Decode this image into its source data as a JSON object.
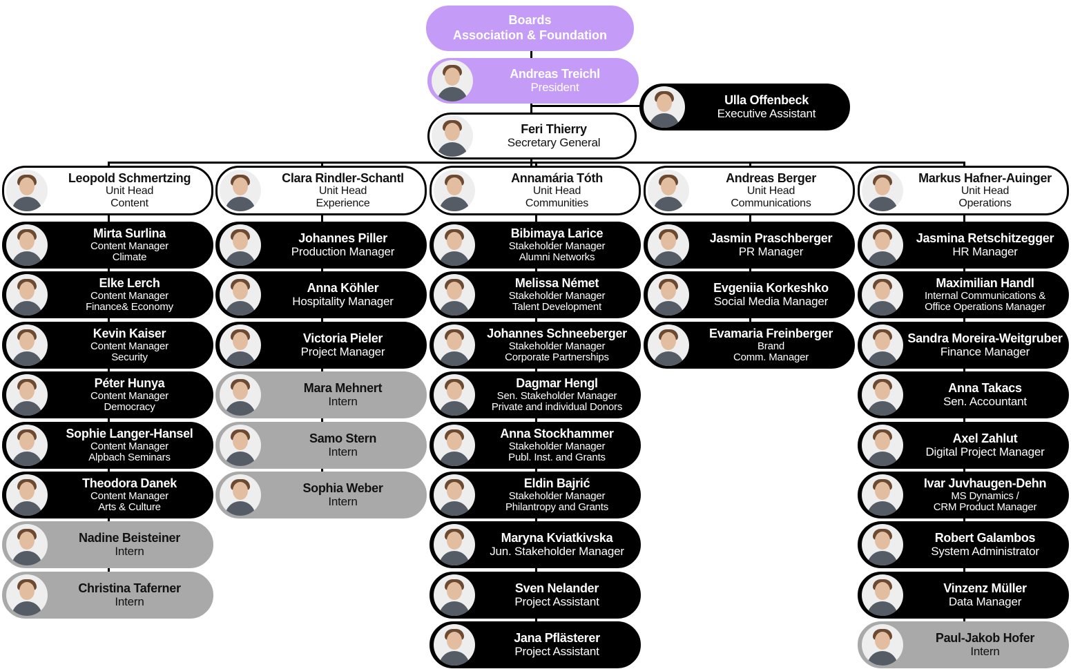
{
  "colors": {
    "boards": "#c49bf7",
    "president": "#c49bf7",
    "staff": "#000000",
    "intern": "#a9a9a9",
    "unit_head": "#ffffff"
  },
  "boards": {
    "line1": "Boards",
    "line2": "Association & Foundation"
  },
  "president": {
    "name": "Andreas Treichl",
    "role": "President"
  },
  "assistant": {
    "name": "Ulla Offenbeck",
    "role": "Executive Assistant"
  },
  "secretary": {
    "name": "Feri Thierry",
    "role": "Secretary General"
  },
  "units": [
    {
      "head": {
        "name": "Leopold Schmertzing",
        "role": "Unit Head",
        "unit": "Content"
      },
      "members": [
        {
          "name": "Mirta Surlina",
          "role": "Content Manager",
          "role2": "Climate",
          "intern": false
        },
        {
          "name": "Elke Lerch",
          "role": "Content Manager",
          "role2": "Finance& Economy",
          "intern": false
        },
        {
          "name": "Kevin Kaiser",
          "role": "Content Manager",
          "role2": "Security",
          "intern": false
        },
        {
          "name": "Péter Hunya",
          "role": "Content Manager",
          "role2": "Democracy",
          "intern": false
        },
        {
          "name": "Sophie Langer-Hansel",
          "role": "Content Manager",
          "role2": "Alpbach Seminars",
          "intern": false
        },
        {
          "name": "Theodora Danek",
          "role": "Content Manager",
          "role2": "Arts & Culture",
          "intern": false
        },
        {
          "name": "Nadine Beisteiner",
          "role": "Intern",
          "role2": "",
          "intern": true
        },
        {
          "name": "Christina Taferner",
          "role": "Intern",
          "role2": "",
          "intern": true
        }
      ]
    },
    {
      "head": {
        "name": "Clara Rindler-Schantl",
        "role": "Unit Head",
        "unit": "Experience"
      },
      "members": [
        {
          "name": "Johannes Piller",
          "role": "Production Manager",
          "role2": "",
          "intern": false
        },
        {
          "name": "Anna Köhler",
          "role": "Hospitality Manager",
          "role2": "",
          "intern": false
        },
        {
          "name": "Victoria Pieler",
          "role": "Project Manager",
          "role2": "",
          "intern": false
        },
        {
          "name": "Mara Mehnert",
          "role": "Intern",
          "role2": "",
          "intern": true
        },
        {
          "name": "Samo Stern",
          "role": "Intern",
          "role2": "",
          "intern": true
        },
        {
          "name": "Sophia Weber",
          "role": "Intern",
          "role2": "",
          "intern": true
        }
      ]
    },
    {
      "head": {
        "name": "Annamária Tóth",
        "role": "Unit Head",
        "unit": "Communities"
      },
      "members": [
        {
          "name": "Bibimaya Larice",
          "role": "Stakeholder Manager",
          "role2": "Alumni Networks",
          "intern": false
        },
        {
          "name": "Melissa Német",
          "role": "Stakeholder Manager",
          "role2": "Talent Development",
          "intern": false
        },
        {
          "name": "Johannes Schneeberger",
          "role": "Stakeholder Manager",
          "role2": "Corporate Partnerships",
          "intern": false
        },
        {
          "name": "Dagmar Hengl",
          "role": "Sen. Stakeholder Manager",
          "role2": "Private and individual Donors",
          "intern": false
        },
        {
          "name": "Anna Stockhammer",
          "role": "Stakeholder Manager",
          "role2": "Publ. Inst. and Grants",
          "intern": false
        },
        {
          "name": "Eldin Bajrić",
          "role": "Stakeholder Manager",
          "role2": "Philantropy and Grants",
          "intern": false
        },
        {
          "name": "Maryna Kviatkivska",
          "role": "Jun. Stakeholder Manager",
          "role2": "",
          "intern": false
        },
        {
          "name": "Sven Nelander",
          "role": "Project Assistant",
          "role2": "",
          "intern": false
        },
        {
          "name": "Jana Pflästerer",
          "role": "Project Assistant",
          "role2": "",
          "intern": false
        }
      ]
    },
    {
      "head": {
        "name": "Andreas Berger",
        "role": "Unit Head",
        "unit": "Communications"
      },
      "members": [
        {
          "name": "Jasmin Praschberger",
          "role": "PR Manager",
          "role2": "",
          "intern": false
        },
        {
          "name": "Evgeniia Korkeshko",
          "role": "Social Media Manager",
          "role2": "",
          "intern": false
        },
        {
          "name": "Evamaria Freinberger",
          "role": "Brand",
          "role2": "Comm. Manager",
          "intern": false
        }
      ]
    },
    {
      "head": {
        "name": "Markus Hafner-Auinger",
        "role": "Unit Head",
        "unit": "Operations"
      },
      "members": [
        {
          "name": "Jasmina Retschitzegger",
          "role": "HR Manager",
          "role2": "",
          "intern": false
        },
        {
          "name": "Maximilian Handl",
          "role": "Internal Communications &",
          "role2": "Office Operations Manager",
          "intern": false
        },
        {
          "name": "Sandra Moreira-Weitgruber",
          "role": "Finance Manager",
          "role2": "",
          "intern": false
        },
        {
          "name": "Anna Takacs",
          "role": "Sen. Accountant",
          "role2": "",
          "intern": false
        },
        {
          "name": "Axel Zahlut",
          "role": "Digital Project Manager",
          "role2": "",
          "intern": false
        },
        {
          "name": "Ivar Juvhaugen-Dehn",
          "role": "MS Dynamics /",
          "role2": "CRM Product Manager",
          "intern": false
        },
        {
          "name": "Robert Galambos",
          "role": "System Administrator",
          "role2": "",
          "intern": false
        },
        {
          "name": "Vinzenz Müller",
          "role": "Data Manager",
          "role2": "",
          "intern": false
        },
        {
          "name": "Paul-Jakob Hofer",
          "role": "Intern",
          "role2": "",
          "intern": true
        }
      ]
    }
  ]
}
